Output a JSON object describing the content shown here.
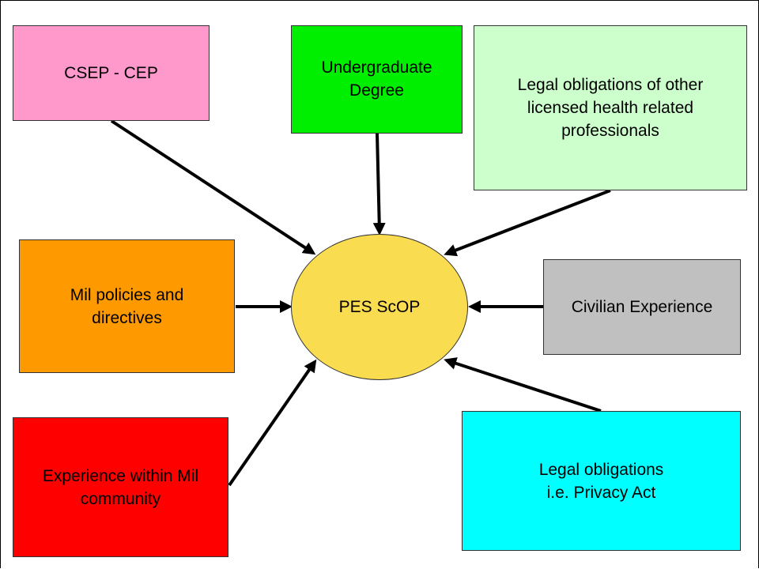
{
  "center": {
    "label": "PES ScOP",
    "color": "#fadc50"
  },
  "boxes": {
    "csep": {
      "label": "CSEP - CEP",
      "color": "#ff99cc"
    },
    "ugrad": {
      "label": "Undergraduate\nDegree",
      "color": "#00ee00"
    },
    "legal1": {
      "label": "Legal obligations of other\nlicensed health related\nprofessionals",
      "color": "#ccffcc"
    },
    "mil": {
      "label": "Mil policies and\ndirectives",
      "color": "#ff9900"
    },
    "civ": {
      "label": "Civilian Experience",
      "color": "#c0c0c0"
    },
    "exp": {
      "label": "Experience within Mil\ncommunity",
      "color": "#ff0000"
    },
    "legal2": {
      "label": "Legal obligations\ni.e. Privacy Act",
      "color": "#00ffff"
    }
  },
  "arrow_color": "#000000"
}
